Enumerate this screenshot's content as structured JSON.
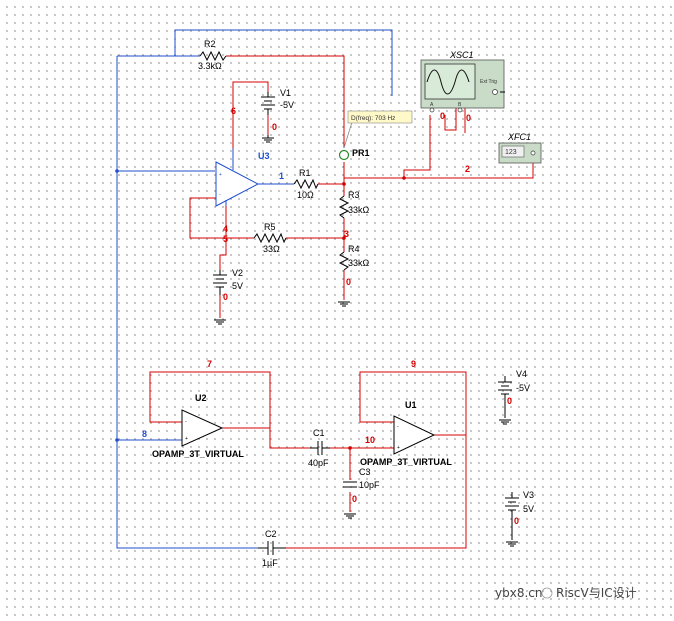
{
  "components": {
    "r2": {
      "name": "R2",
      "value": "3.3kΩ"
    },
    "r1": {
      "name": "R1",
      "value": "10Ω"
    },
    "r3": {
      "name": "R3",
      "value": "33kΩ"
    },
    "r4": {
      "name": "R4",
      "value": "33kΩ"
    },
    "r5": {
      "name": "R5",
      "value": "33Ω"
    },
    "v1": {
      "name": "V1",
      "value": "-5V"
    },
    "v2": {
      "name": "V2",
      "value": "5V"
    },
    "v3": {
      "name": "V3",
      "value": "5V"
    },
    "v4": {
      "name": "V4",
      "value": "-5V"
    },
    "u3": {
      "name": "U3"
    },
    "u2": {
      "name": "U2",
      "model": "OPAMP_3T_VIRTUAL"
    },
    "u1": {
      "name": "U1",
      "model": "OPAMP_3T_VIRTUAL"
    },
    "c1": {
      "name": "C1",
      "value": "40pF"
    },
    "c2": {
      "name": "C2",
      "value": "1µF"
    },
    "c3": {
      "name": "C3",
      "value": "10pF"
    },
    "xsc1": {
      "name": "XSC1",
      "ext_trig": "Ext Trig",
      "ch_a": "A",
      "ch_b": "B"
    },
    "xfc1": {
      "name": "XFC1",
      "display": "123"
    },
    "pr1": {
      "name": "PR1",
      "readout": "D(freq): 703 Hz"
    }
  },
  "nets": {
    "n6": "6",
    "n0_v1": "0",
    "n1": "1",
    "n2": "2",
    "n3": "3",
    "n4": "4",
    "n5": "5",
    "n0_v2": "0",
    "n0_r4": "0",
    "n0_sc_a": "0",
    "n0_sc_b": "0",
    "n7": "7",
    "n8": "8",
    "n9": "9",
    "n10": "10",
    "n0_c3": "0",
    "n0_v4": "0",
    "n0_v3": "0"
  },
  "pins": {
    "u3_plus": "+",
    "u3_minus": "-",
    "u2_minus": "-",
    "u2_plus": "+",
    "u1_minus": "-",
    "u1_plus": "+"
  },
  "watermark": {
    "site": "ybx8.cn",
    "text": "RiscV与IC设计"
  },
  "colors": {
    "wire_red": "#d40000",
    "wire_blue": "#1f4fcf",
    "probe_bg": "#fff8c8",
    "instrument": "#c8dcc8"
  }
}
